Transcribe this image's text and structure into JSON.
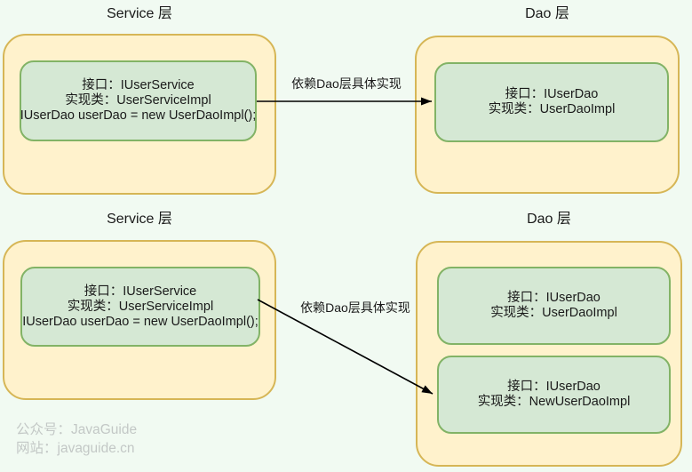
{
  "colors": {
    "background": "#F1FAF2",
    "layer_box_fill": "#FFF2CC",
    "layer_box_border": "#D6B656",
    "class_box_fill": "#D5E8D4",
    "class_box_border": "#82B366",
    "arrow": "#000000",
    "text": "#1A1A1A",
    "watermark": "#C3C8C6"
  },
  "top_diagram": {
    "service_layer": {
      "title": "Service 层",
      "class_box": {
        "line1": "接口：IUserService",
        "line2": "实现类：UserServiceImpl",
        "line3": "IUserDao userDao = new UserDaoImpl();"
      }
    },
    "arrow_label": "依赖Dao层具体实现",
    "dao_layer": {
      "title": "Dao 层",
      "class_box": {
        "line1": "接口：IUserDao",
        "line2": "实现类：UserDaoImpl"
      }
    }
  },
  "bottom_diagram": {
    "service_layer": {
      "title": "Service 层",
      "class_box": {
        "line1": "接口：IUserService",
        "line2": "实现类：UserServiceImpl",
        "line3": "IUserDao userDao = new UserDaoImpl();"
      }
    },
    "arrow_label": "依赖Dao层具体实现",
    "dao_layer": {
      "title": "Dao 层",
      "class_box_old": {
        "line1": "接口：IUserDao",
        "line2": "实现类：UserDaoImpl"
      },
      "class_box_new": {
        "line1": "接口：IUserDao",
        "line2": "实现类：NewUserDaoImpl"
      }
    }
  },
  "watermark": {
    "account": "公众号：JavaGuide",
    "site": "网站：javaguide.cn"
  }
}
